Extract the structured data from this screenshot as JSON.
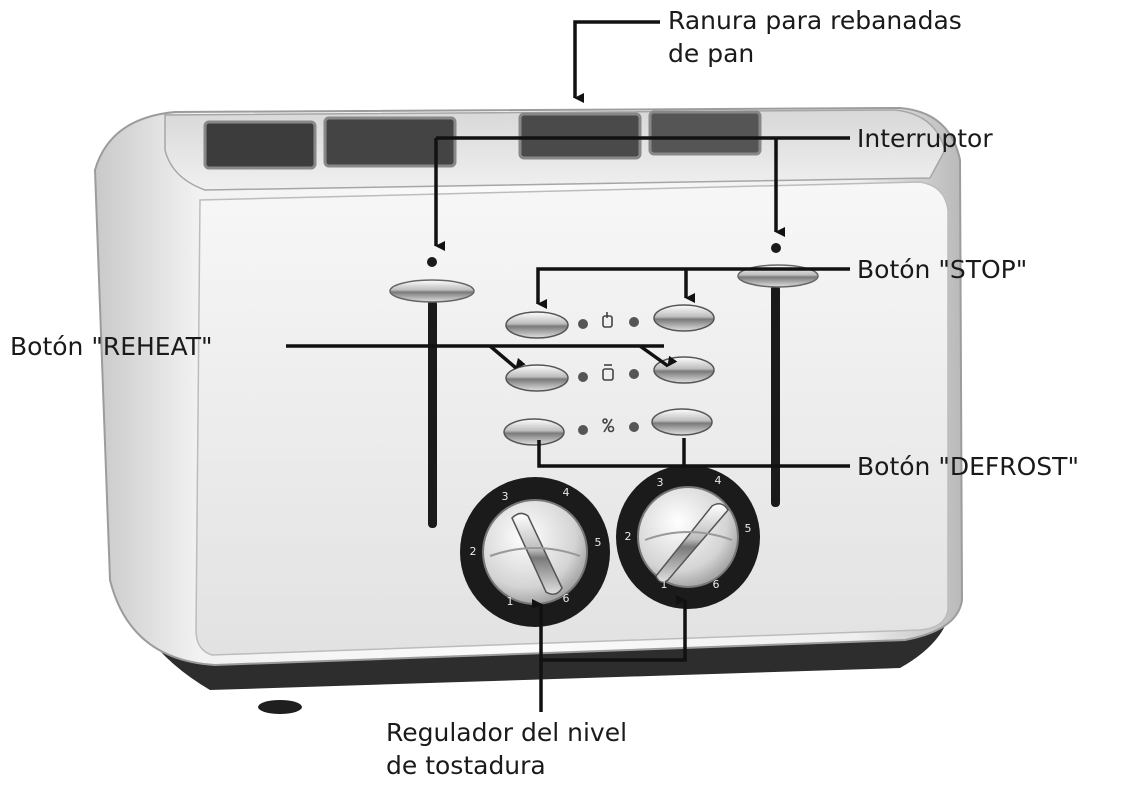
{
  "labels": {
    "slot": {
      "line1": "Ranura para rebanadas",
      "line2": "de pan"
    },
    "lever": "Interruptor",
    "stop": "Botón \"STOP\"",
    "reheat": "Botón \"REHEAT\"",
    "defrost": "Botón \"DEFROST\"",
    "dial": {
      "line1": "Regulador del nivel",
      "line2": "de tostadura"
    }
  },
  "dials": {
    "left": [
      "1",
      "2",
      "3",
      "4",
      "5",
      "6"
    ],
    "right": [
      "1",
      "2",
      "3",
      "4",
      "5",
      "6"
    ]
  },
  "colors": {
    "body": "#e9e9e9",
    "base": "#2d2d2d",
    "line": "#111111",
    "chrome": "#c8c8c8"
  }
}
